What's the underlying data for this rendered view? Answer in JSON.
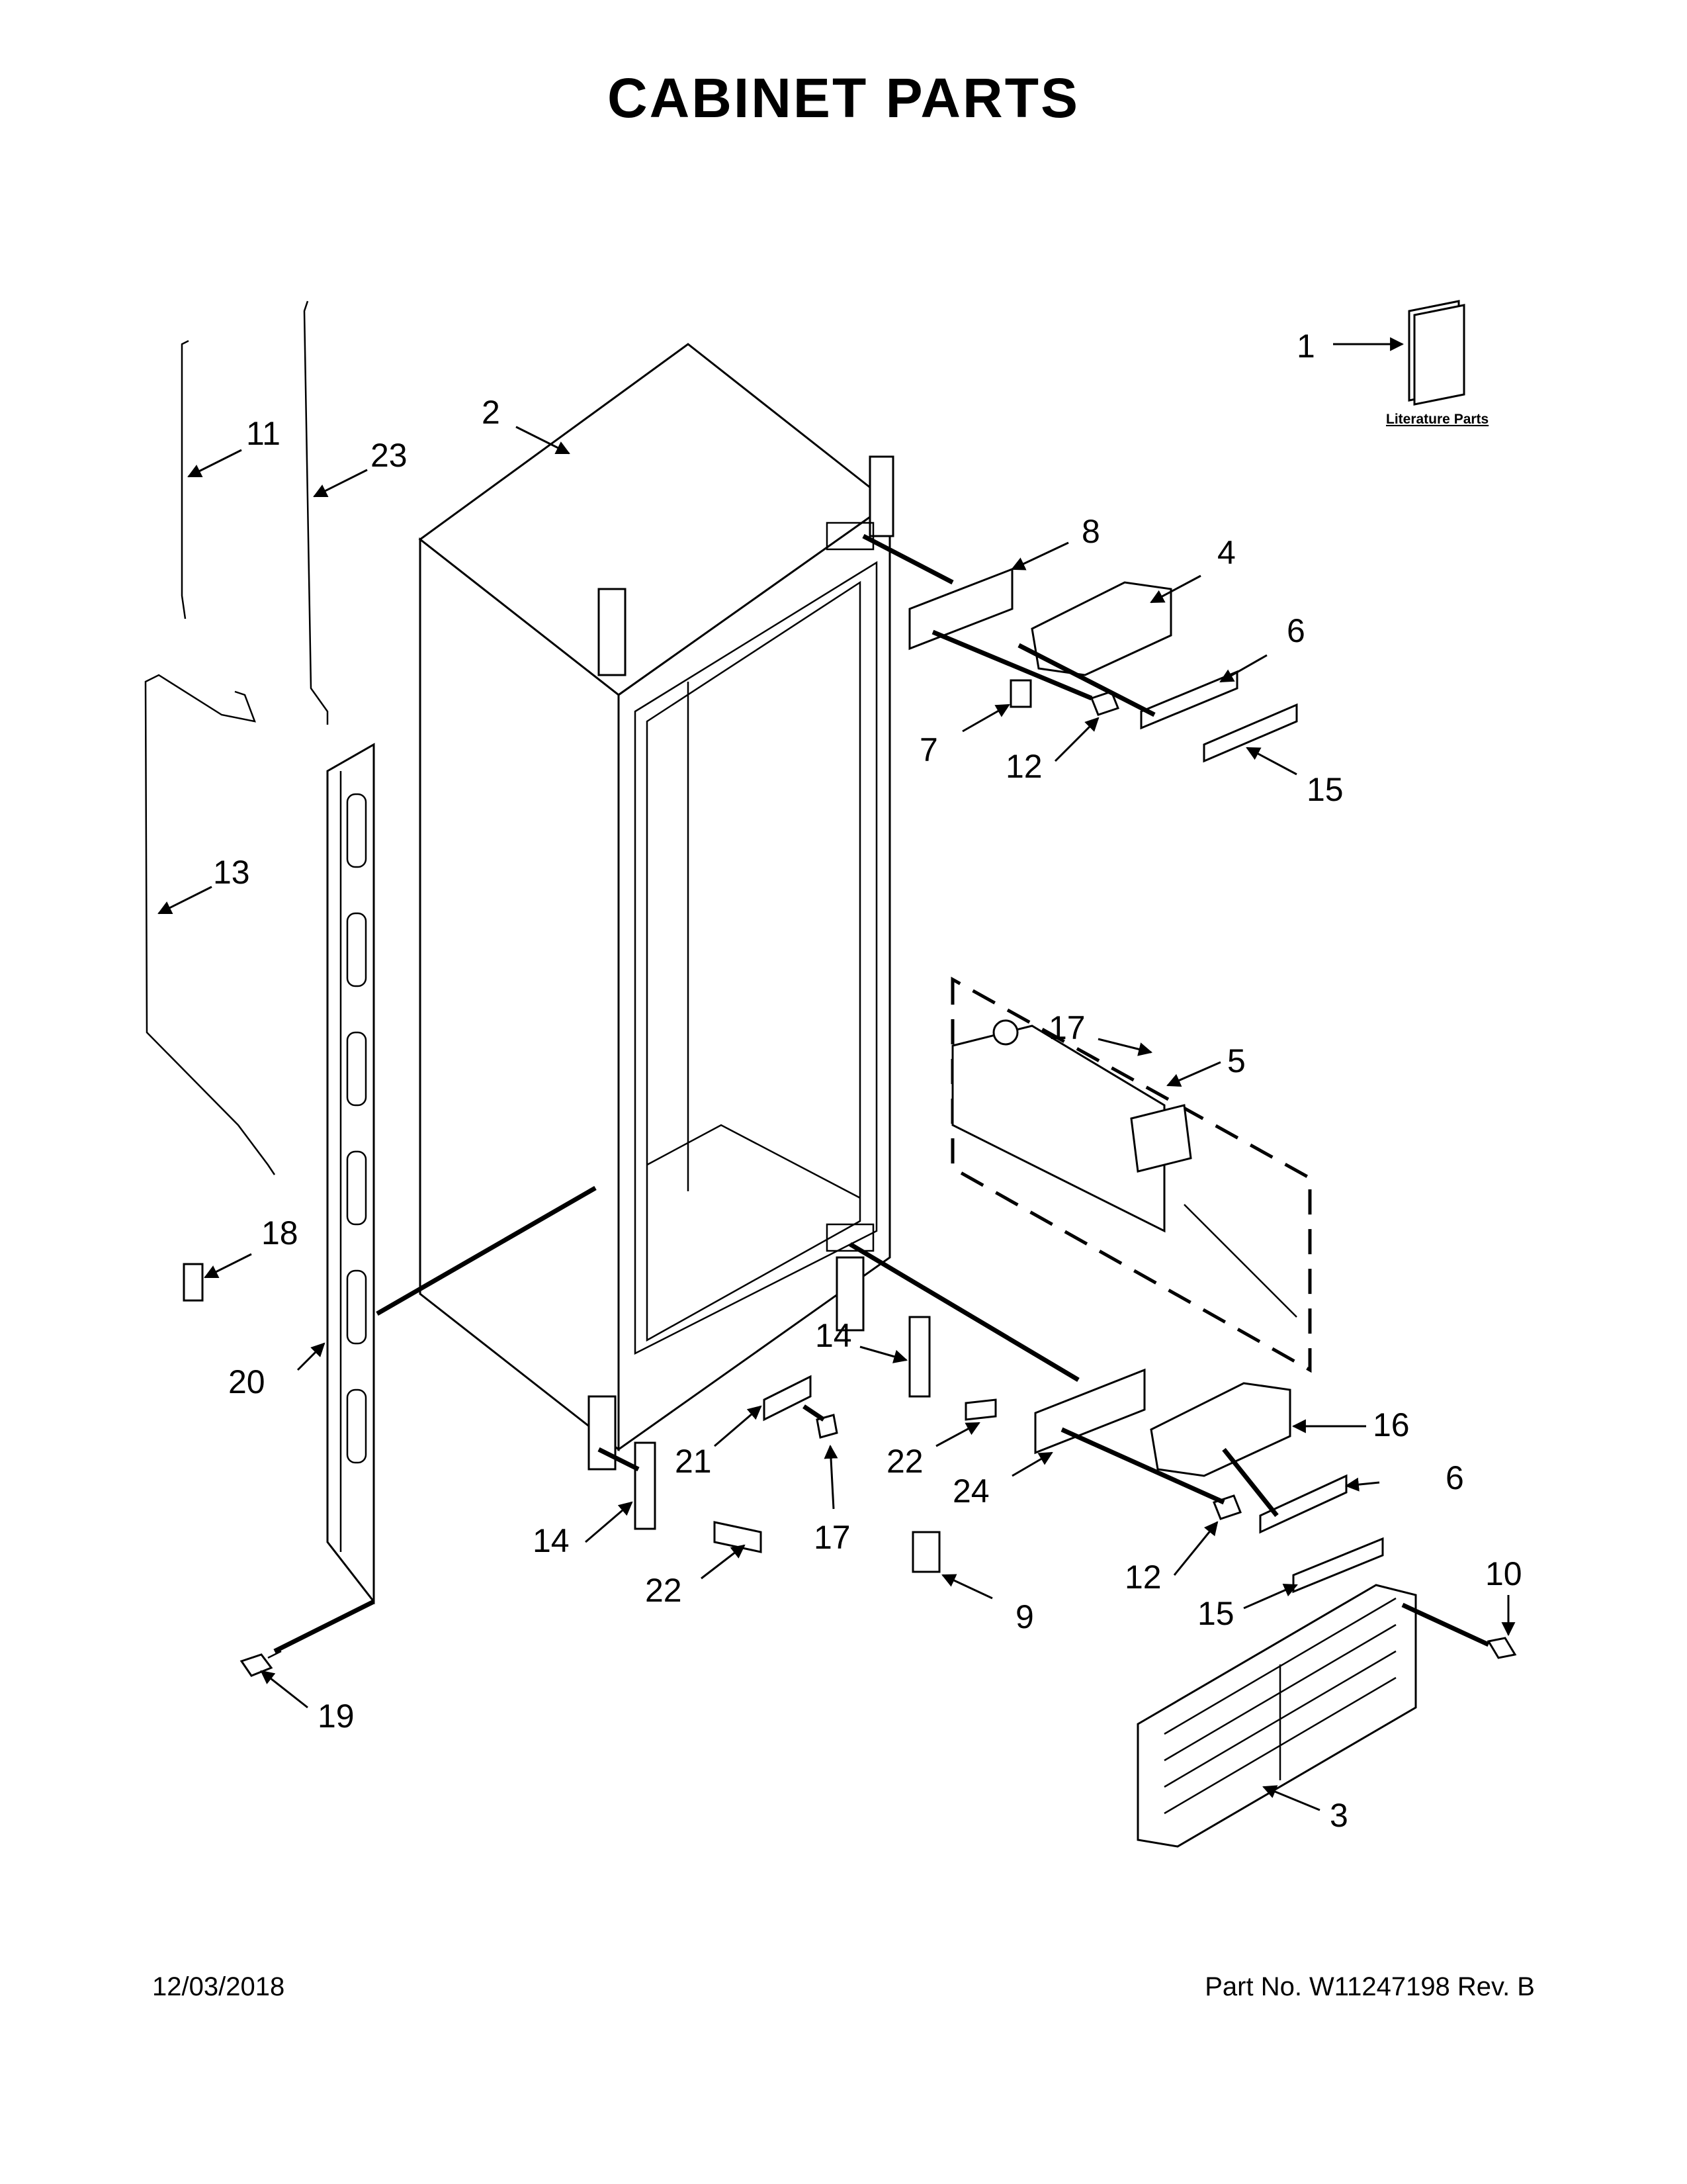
{
  "page": {
    "title": "CABINET PARTS",
    "date": "12/03/2018",
    "part_number": "Part No.  W11247198  Rev.  B"
  },
  "literature": {
    "label": "Literature Parts"
  },
  "callouts": [
    "1",
    "2",
    "3",
    "4",
    "5",
    "6",
    "6",
    "7",
    "8",
    "9",
    "10",
    "11",
    "12",
    "12",
    "13",
    "14",
    "14",
    "15",
    "15",
    "16",
    "17",
    "17",
    "18",
    "19",
    "20",
    "21",
    "22",
    "22",
    "23",
    "24"
  ]
}
